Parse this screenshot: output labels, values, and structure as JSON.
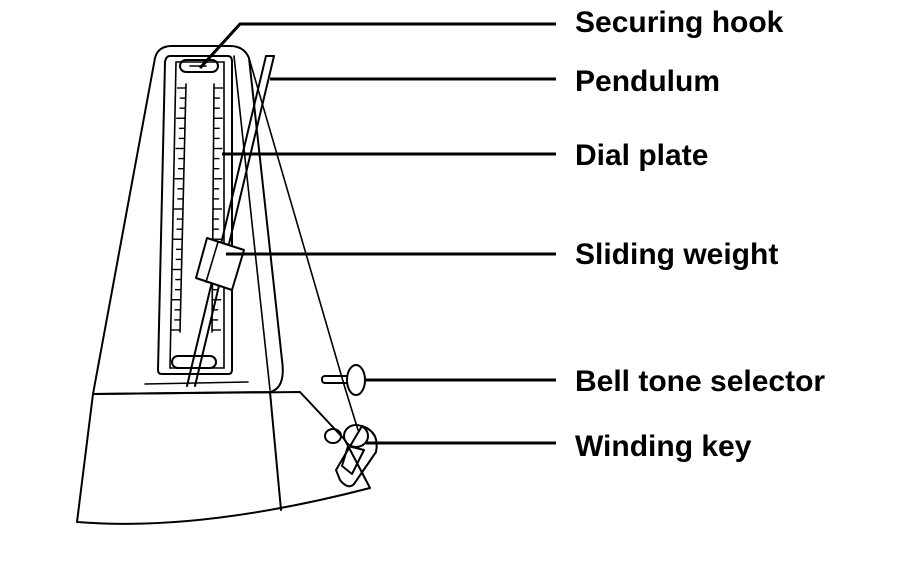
{
  "diagram": {
    "subject": "metronome",
    "labels": {
      "securing_hook": "Securing hook",
      "pendulum": "Pendulum",
      "dial_plate": "Dial plate",
      "sliding_weight": "Sliding weight",
      "bell_tone_selector": "Bell tone selector",
      "winding_key": "Winding key"
    },
    "colors": {
      "line": "#000000",
      "background": "#ffffff"
    }
  }
}
